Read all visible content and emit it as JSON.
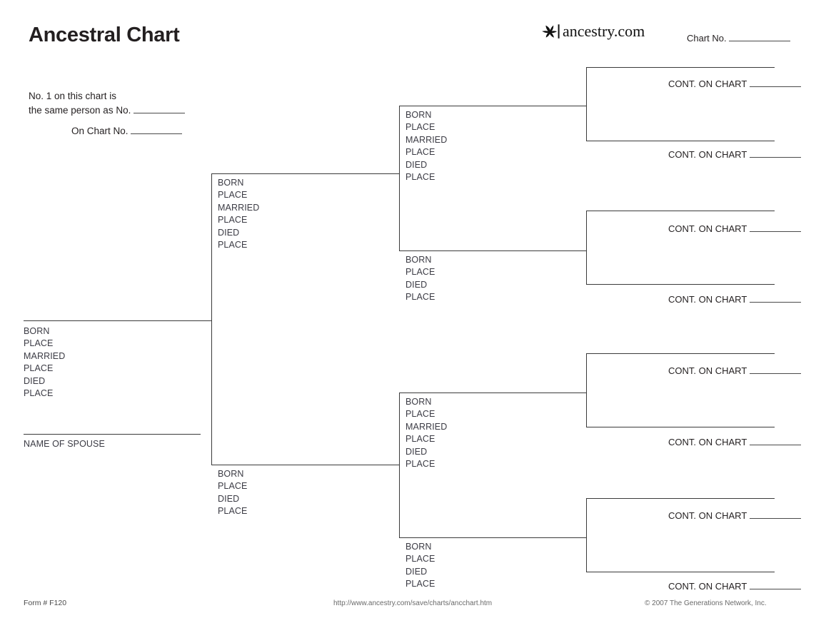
{
  "document": {
    "title": "Ancestral Chart",
    "form_number": "Form # F120",
    "url": "http://www.ancestry.com/save/charts/ancchart.htm",
    "copyright": "© 2007 The Generations Network, Inc."
  },
  "brand": {
    "name": "ancestry.com",
    "mark_icon": "leaf-icon",
    "chart_no_label": "Chart No."
  },
  "note": {
    "line1": "No. 1 on this chart is",
    "line2": "the same person as No.",
    "line3": "On Chart No."
  },
  "field_labels": {
    "born": "BORN",
    "place": "PLACE",
    "married": "MARRIED",
    "died": "DIED",
    "name_of_spouse": "NAME OF SPOUSE",
    "cont_on_chart": "CONT. ON CHART"
  },
  "generations": {
    "gen1": {
      "label": "person-1",
      "fields": [
        "BORN",
        "PLACE",
        "MARRIED",
        "PLACE",
        "DIED",
        "PLACE"
      ],
      "spouse_label": "NAME OF SPOUSE"
    },
    "gen2": [
      {
        "label": "person-2-father",
        "fields": [
          "BORN",
          "PLACE",
          "MARRIED",
          "PLACE",
          "DIED",
          "PLACE"
        ]
      },
      {
        "label": "person-3-mother",
        "fields": [
          "BORN",
          "PLACE",
          "DIED",
          "PLACE"
        ]
      }
    ],
    "gen3": [
      {
        "label": "person-4",
        "fields": [
          "BORN",
          "PLACE",
          "MARRIED",
          "PLACE",
          "DIED",
          "PLACE"
        ]
      },
      {
        "label": "person-5",
        "fields": [
          "BORN",
          "PLACE",
          "DIED",
          "PLACE"
        ]
      },
      {
        "label": "person-6",
        "fields": [
          "BORN",
          "PLACE",
          "MARRIED",
          "PLACE",
          "DIED",
          "PLACE"
        ]
      },
      {
        "label": "person-7",
        "fields": [
          "BORN",
          "PLACE",
          "DIED",
          "PLACE"
        ]
      }
    ],
    "gen4": [
      {
        "label": "person-8",
        "text": "CONT. ON CHART"
      },
      {
        "label": "person-9",
        "text": "CONT. ON CHART"
      },
      {
        "label": "person-10",
        "text": "CONT. ON CHART"
      },
      {
        "label": "person-11",
        "text": "CONT. ON CHART"
      },
      {
        "label": "person-12",
        "text": "CONT. ON CHART"
      },
      {
        "label": "person-13",
        "text": "CONT. ON CHART"
      },
      {
        "label": "person-14",
        "text": "CONT. ON CHART"
      },
      {
        "label": "person-15",
        "text": "CONT. ON CHART"
      }
    ]
  },
  "colors": {
    "ink": "#231f20",
    "field_text": "#3b3b44",
    "rule": "#3a3a3a",
    "footer_text": "#6a6a6a"
  }
}
